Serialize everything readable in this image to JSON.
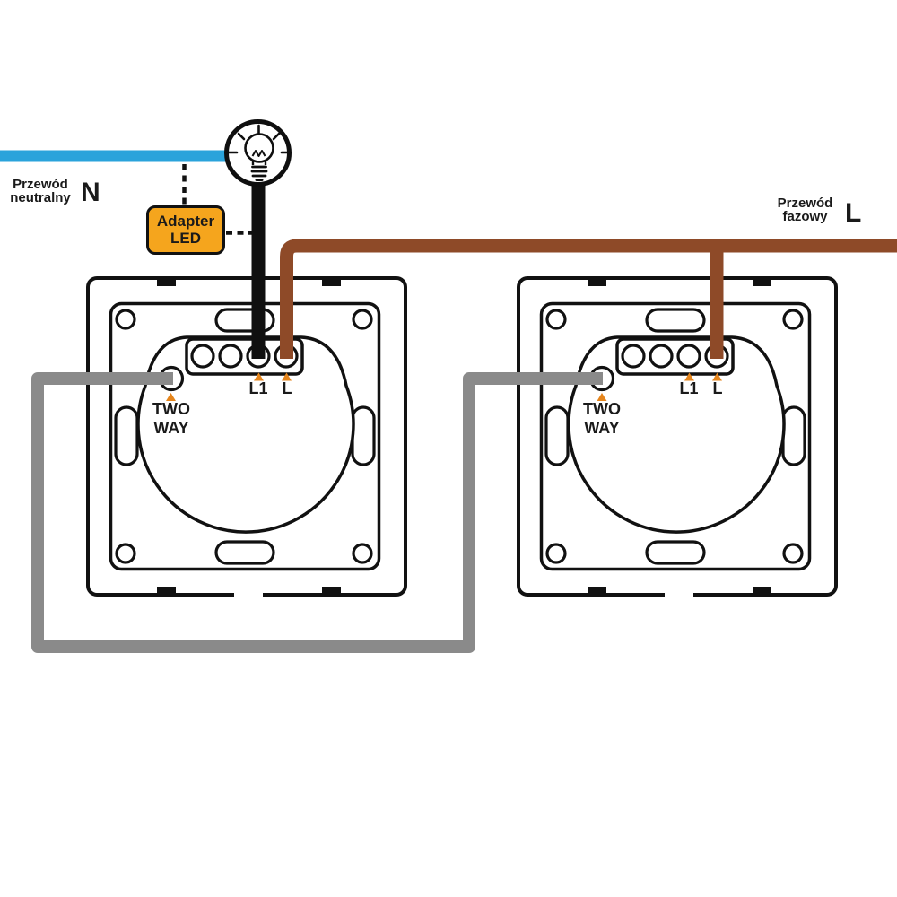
{
  "labels": {
    "neutral_line1": "Przewód",
    "neutral_line2": "neutralny",
    "neutral_symbol": "N",
    "phase_line1": "Przewód",
    "phase_line2": "fazowy",
    "phase_symbol": "L",
    "adapter_line1": "Adapter",
    "adapter_line2": "LED"
  },
  "switches": [
    {
      "name": "switch-1",
      "l1_label": "L1",
      "l_label": "L",
      "two_way_line1": "TWO",
      "two_way_line2": "WAY"
    },
    {
      "name": "switch-2",
      "l1_label": "L1",
      "l_label": "L",
      "two_way_line1": "TWO",
      "two_way_line2": "WAY"
    }
  ],
  "colors": {
    "neutral_blue": "#2AA3DB",
    "phase_brown": "#8E4A28",
    "traveler_gray": "#8A8A8A",
    "wire_black": "#101010",
    "adapter_orange": "#F5A51D",
    "marker_orange": "#E5851C"
  }
}
